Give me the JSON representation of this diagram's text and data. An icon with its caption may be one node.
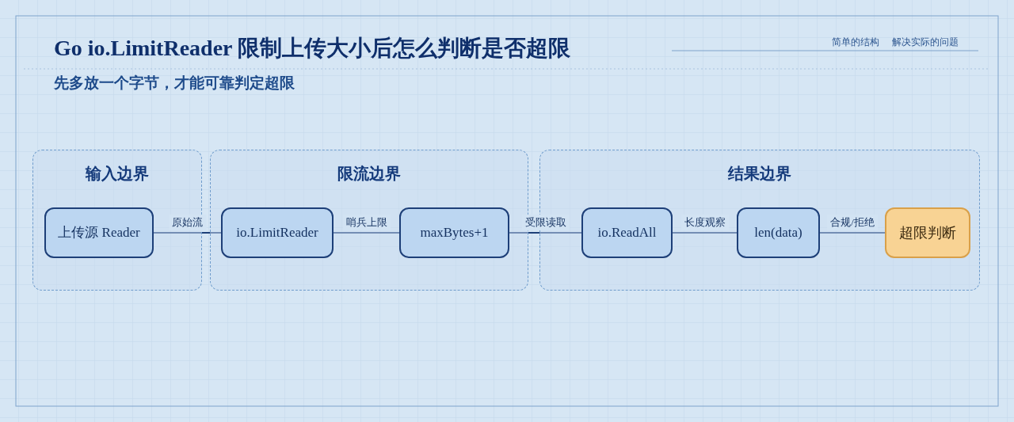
{
  "diagram": {
    "title": "Go io.LimitReader 限制上传大小后怎么判断是否超限",
    "nodes": [
      {
        "text": [
          "输入边界"
        ]
      },
      {
        "text": [
          "上传源 Reader"
        ],
        "in": 0
      },
      {
        "text": [
          "限流边界"
        ]
      },
      {
        "text": [
          "io.LimitReader"
        ],
        "in": 2
      },
      {
        "text": [
          "maxBytes+1"
        ],
        "in": 2
      },
      {
        "text": [
          "结果边界"
        ]
      },
      {
        "text": [
          "io.ReadAll"
        ],
        "in": 5
      },
      {
        "text": [
          "len(data)"
        ],
        "in": 5
      },
      {
        "text": [
          "超限判断"
        ],
        "in": 5
      }
    ],
    "edges": [
      {
        "from": 1,
        "to": 3,
        "arrow": "none",
        "label": "原始流"
      },
      {
        "from": 3,
        "to": 4,
        "arrow": "none",
        "label": "哨兵上限"
      },
      {
        "from": 4,
        "to": 6,
        "arrow": "none",
        "label": "受限读取"
      },
      {
        "from": 6,
        "to": 7,
        "arrow": "none",
        "label": "长度观察"
      },
      {
        "from": 7,
        "to": 8,
        "arrow": "none",
        "label": "合规/拒绝"
      }
    ],
    "labels": [
      "先多放一个字节，才能可靠判定超限",
      "简单的结构",
      "解决实际的问题"
    ]
  }
}
